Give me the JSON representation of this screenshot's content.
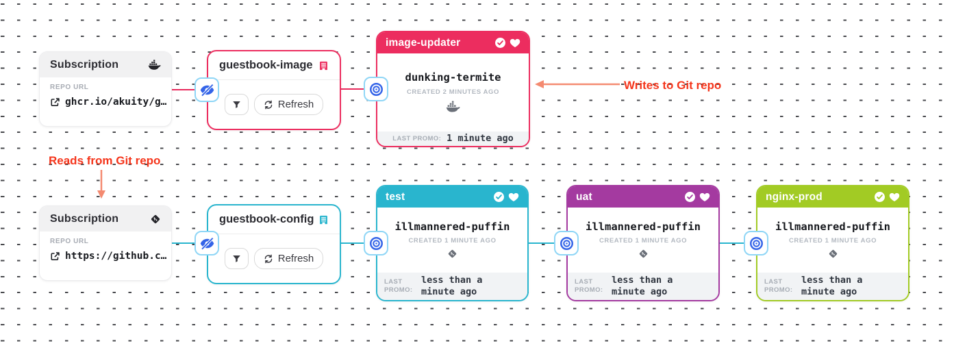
{
  "colors": {
    "crimson": "#EC2D5F",
    "teal": "#29B5CE",
    "purple": "#A43AA0",
    "lime": "#A2CB24",
    "node_icon_blue": "#3464E8",
    "node_icon_border": "#8FD6F6",
    "annotation_text": "#F5351B",
    "annotation_arrow": "#F48A70"
  },
  "annotations": {
    "writes_label": "Writes to Git repo",
    "reads_label": "Reads from Git repo"
  },
  "subscriptions": [
    {
      "title": "Subscription",
      "icon": "docker-icon",
      "repo_label": "REPO URL",
      "repo_url": "ghcr.io/akuity/g…"
    },
    {
      "title": "Subscription",
      "icon": "git-icon",
      "repo_label": "REPO URL",
      "repo_url": "https://github.c…"
    }
  ],
  "warehouses": [
    {
      "name": "guestbook-image",
      "icon": "warehouse-icon",
      "color": "#EC2D5F",
      "refresh_label": "Refresh"
    },
    {
      "name": "guestbook-config",
      "icon": "warehouse-icon",
      "color": "#29B5CE",
      "refresh_label": "Refresh"
    }
  ],
  "stages": [
    {
      "name": "image-updater",
      "color": "#EC2D5F",
      "freight_name": "dunking-termite",
      "created": "CREATED 2 MINUTES AGO",
      "freight_icon": "docker-icon",
      "promo_label": "LAST PROMO:",
      "promo_value": "1 minute ago"
    },
    {
      "name": "test",
      "color": "#29B5CE",
      "freight_name": "illmannered-puffin",
      "created": "CREATED 1 MINUTE AGO",
      "freight_icon": "git-commit-icon",
      "promo_label": "LAST PROMO:",
      "promo_value": "less than a minute ago"
    },
    {
      "name": "uat",
      "color": "#A43AA0",
      "freight_name": "illmannered-puffin",
      "created": "CREATED 1 MINUTE AGO",
      "freight_icon": "git-commit-icon",
      "promo_label": "LAST PROMO:",
      "promo_value": "less than a minute ago"
    },
    {
      "name": "nginx-prod",
      "color": "#A2CB24",
      "freight_name": "illmannered-puffin",
      "created": "CREATED 1 MINUTE AGO",
      "freight_icon": "git-commit-icon",
      "promo_label": "LAST PROMO:",
      "promo_value": "less than a minute ago"
    }
  ]
}
